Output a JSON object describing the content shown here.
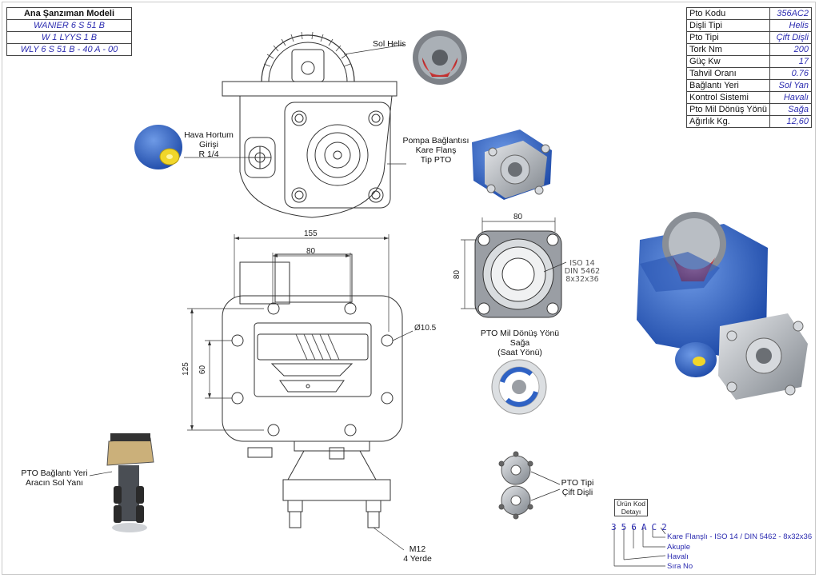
{
  "models": {
    "header": "Ana Şanzıman Modeli",
    "rows": [
      "WANIER 6 S 51 B",
      "W 1 LYYS 1 B",
      "WLY 6 S 51 B - 40 A - 00"
    ]
  },
  "spec": [
    {
      "key": "Pto Kodu",
      "value": "356AC2"
    },
    {
      "key": "Dişli Tipi",
      "value": "Helis"
    },
    {
      "key": "Pto Tipi",
      "value": "Çift Dişli"
    },
    {
      "key": "Tork Nm",
      "value": "200"
    },
    {
      "key": "Güç Kw",
      "value": "17"
    },
    {
      "key": "Tahvil Oranı",
      "value": "0.76"
    },
    {
      "key": "Bağlantı Yeri",
      "value": "Sol Yan"
    },
    {
      "key": "Kontrol Sistemi",
      "value": "Havalı"
    },
    {
      "key": "Pto Mil Dönüş Yönü",
      "value": "Sağa"
    },
    {
      "key": "Ağırlık Kg.",
      "value": "12,60"
    }
  ],
  "labels": {
    "sol_helis": "Sol Helis",
    "hava_l1": "Hava Hortum",
    "hava_l2": "Girişi",
    "hava_l3": "R 1/4",
    "pompa_l1": "Pompa Bağlantısı",
    "pompa_l2": "Kare Flanş",
    "pompa_l3": "Tip PTO",
    "donus_l1": "PTO Mil Dönüş Yönü",
    "donus_l2": "Sağa",
    "donus_l3": "(Saat Yönü)",
    "baglanti_l1": "PTO Bağlantı Yeri",
    "baglanti_l2": "Aracın Sol Yanı",
    "m12_l1": "M12",
    "m12_l2": "4 Yerde",
    "tip_l1": "PTO Tipi",
    "tip_l2": "Çift Dişli"
  },
  "dims": {
    "w155": "155",
    "w80_body": "80",
    "h125": "125",
    "h60": "60",
    "hole": "Ø10.5",
    "flange_w": "80",
    "flange_h": "80"
  },
  "iso": {
    "l1": "ISO 14",
    "l2": "DIN 5462",
    "l3": "8x32x36"
  },
  "code": {
    "box_l1": "Ürün Kod",
    "box_l2": "Detayı",
    "letters": "356AC2",
    "legend": [
      "Kare Flanşlı - ISO 14 / DIN 5462 - 8x32x36",
      "Akuple",
      "Havalı",
      "Sıra No"
    ]
  },
  "colors": {
    "accent": "#2b2bb0",
    "part_blue": "#2f62c4",
    "part_red": "#d93a3a",
    "metal": "#8a8f96"
  }
}
